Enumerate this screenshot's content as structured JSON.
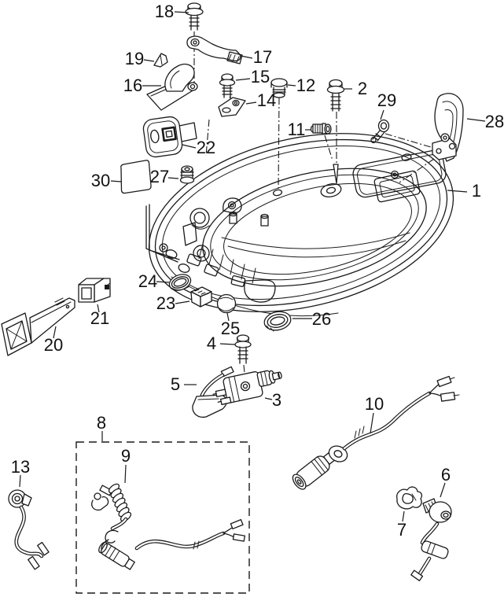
{
  "canvas": {
    "background": "#ffffff",
    "line_color": "#1a1a1a",
    "label_color": "#111111"
  },
  "callouts": {
    "c1": "1",
    "c2": "2",
    "c3": "3",
    "c4": "4",
    "c5": "5",
    "c6": "6",
    "c7": "7",
    "c8": "8",
    "c9": "9",
    "c10": "10",
    "c11": "11",
    "c12": "12",
    "c13": "13",
    "c14": "14",
    "c15": "15",
    "c16": "16",
    "c17": "17",
    "c18": "18",
    "c19": "19",
    "c20": "20",
    "c21": "21",
    "c22": "22",
    "c23": "23",
    "c24": "24",
    "c25": "25",
    "c26": "26",
    "c27": "27",
    "c28": "28",
    "c29": "29",
    "c30": "30"
  }
}
